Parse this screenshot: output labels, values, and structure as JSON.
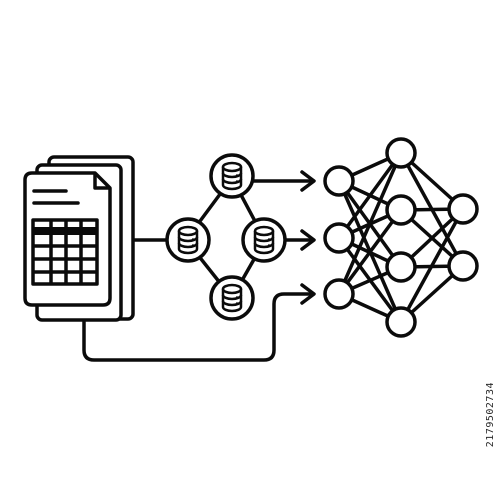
{
  "stock_id": "2179502734",
  "colors": {
    "stroke": "#0b0b0b",
    "background": "#ffffff"
  },
  "icons": {
    "document_stack": "spreadsheet-files-icon",
    "database_graph": "database-network-icon",
    "neural_network": "neural-network-icon",
    "arrows": "arrow-right-icon"
  },
  "neural_network": {
    "layers": [
      3,
      4,
      2
    ]
  },
  "database_graph": {
    "nodes": 4
  }
}
